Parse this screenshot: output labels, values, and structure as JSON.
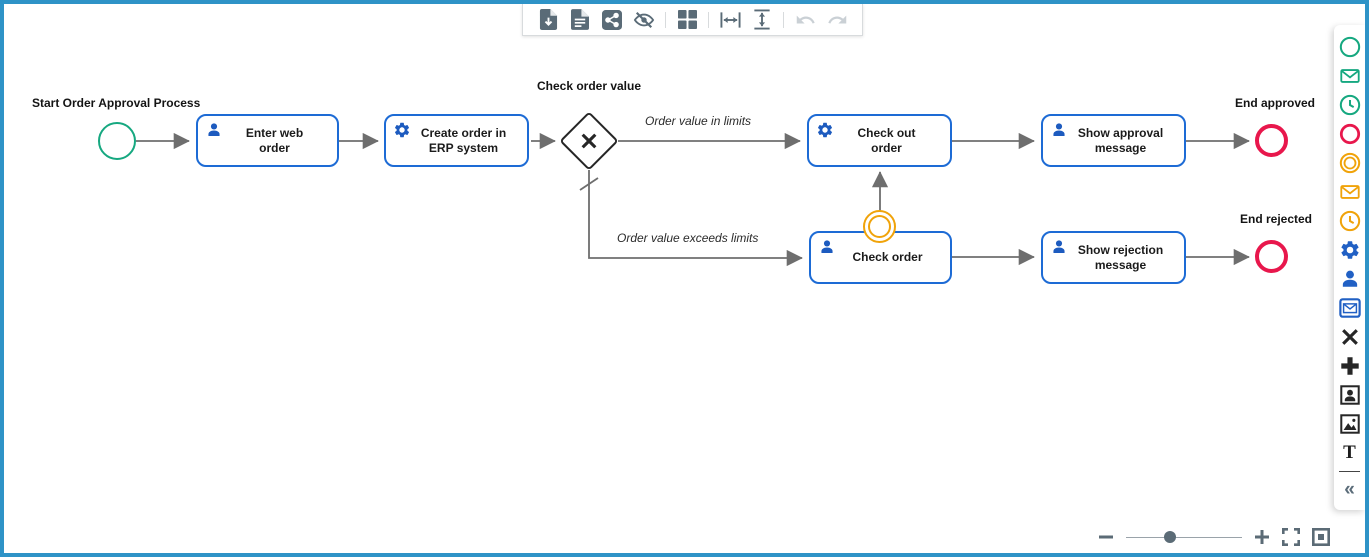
{
  "window": {
    "frame_color": "#2e93c7",
    "canvas_background": "#ffffff"
  },
  "toolbar": {
    "icons": [
      {
        "name": "export-file",
        "enabled": true
      },
      {
        "name": "document",
        "enabled": true
      },
      {
        "name": "share",
        "enabled": true
      },
      {
        "name": "hide-visibility",
        "enabled": true
      },
      {
        "name": "grid-layout",
        "enabled": true
      },
      {
        "name": "distribute-horizontal",
        "enabled": true
      },
      {
        "name": "distribute-vertical",
        "enabled": true
      },
      {
        "name": "undo",
        "enabled": false
      },
      {
        "name": "redo",
        "enabled": false
      }
    ]
  },
  "diagram": {
    "events": [
      {
        "id": "start",
        "label": "Start Order Approval Process",
        "type": "start-event",
        "color": "#16a880"
      },
      {
        "id": "end-approved",
        "label": "End approved",
        "type": "end-event",
        "color": "#e8174c"
      },
      {
        "id": "end-rejected",
        "label": "End rejected",
        "type": "end-event",
        "color": "#e8174c"
      },
      {
        "id": "boundary",
        "label": "",
        "type": "intermediate-boundary-event",
        "color": "#f0a30a"
      }
    ],
    "gateway": {
      "label": "Check order value",
      "type": "exclusive-gateway"
    },
    "tasks": [
      {
        "label": "Enter web order",
        "icon": "user-task"
      },
      {
        "label": "Create order in ERP system",
        "icon": "service-task"
      },
      {
        "label": "Check out order",
        "icon": "service-task"
      },
      {
        "label": "Check order",
        "icon": "user-task"
      },
      {
        "label": "Show approval message",
        "icon": "user-task"
      },
      {
        "label": "Show rejection message",
        "icon": "user-task"
      }
    ],
    "flows": [
      {
        "label": "Order value in limits"
      },
      {
        "label": "Order value exceeds limits",
        "default_flow": true
      }
    ],
    "connector_color": "#6e6e6e",
    "task_border_color": "#1d6bd5"
  },
  "palette": {
    "items": [
      {
        "name": "start-event",
        "color": "#16a880"
      },
      {
        "name": "message-start-event",
        "color": "#16a880"
      },
      {
        "name": "timer-start-event",
        "color": "#16a880"
      },
      {
        "name": "end-event",
        "color": "#e8174c"
      },
      {
        "name": "intermediate-event",
        "color": "#f0a30a"
      },
      {
        "name": "message-intermediate-event",
        "color": "#f0a30a"
      },
      {
        "name": "timer-intermediate-event",
        "color": "#f0a30a"
      },
      {
        "name": "service-task",
        "color": "#2160c4"
      },
      {
        "name": "user-task",
        "color": "#2160c4"
      },
      {
        "name": "message-task",
        "color": "#2160c4"
      },
      {
        "name": "exclusive-gateway",
        "color": "#262626"
      },
      {
        "name": "parallel-gateway",
        "color": "#262626"
      },
      {
        "name": "participant",
        "color": "#262626"
      },
      {
        "name": "image",
        "color": "#262626"
      },
      {
        "name": "text-annotation",
        "color": "#1c1c1c"
      }
    ],
    "text_tool_glyph": "T",
    "collapse_glyph": "«"
  },
  "zoom_controls": {
    "icons": [
      "zoom-out",
      "zoom-slider",
      "zoom-in",
      "fullscreen",
      "fit-viewport"
    ],
    "slider_position_pct": 33
  }
}
